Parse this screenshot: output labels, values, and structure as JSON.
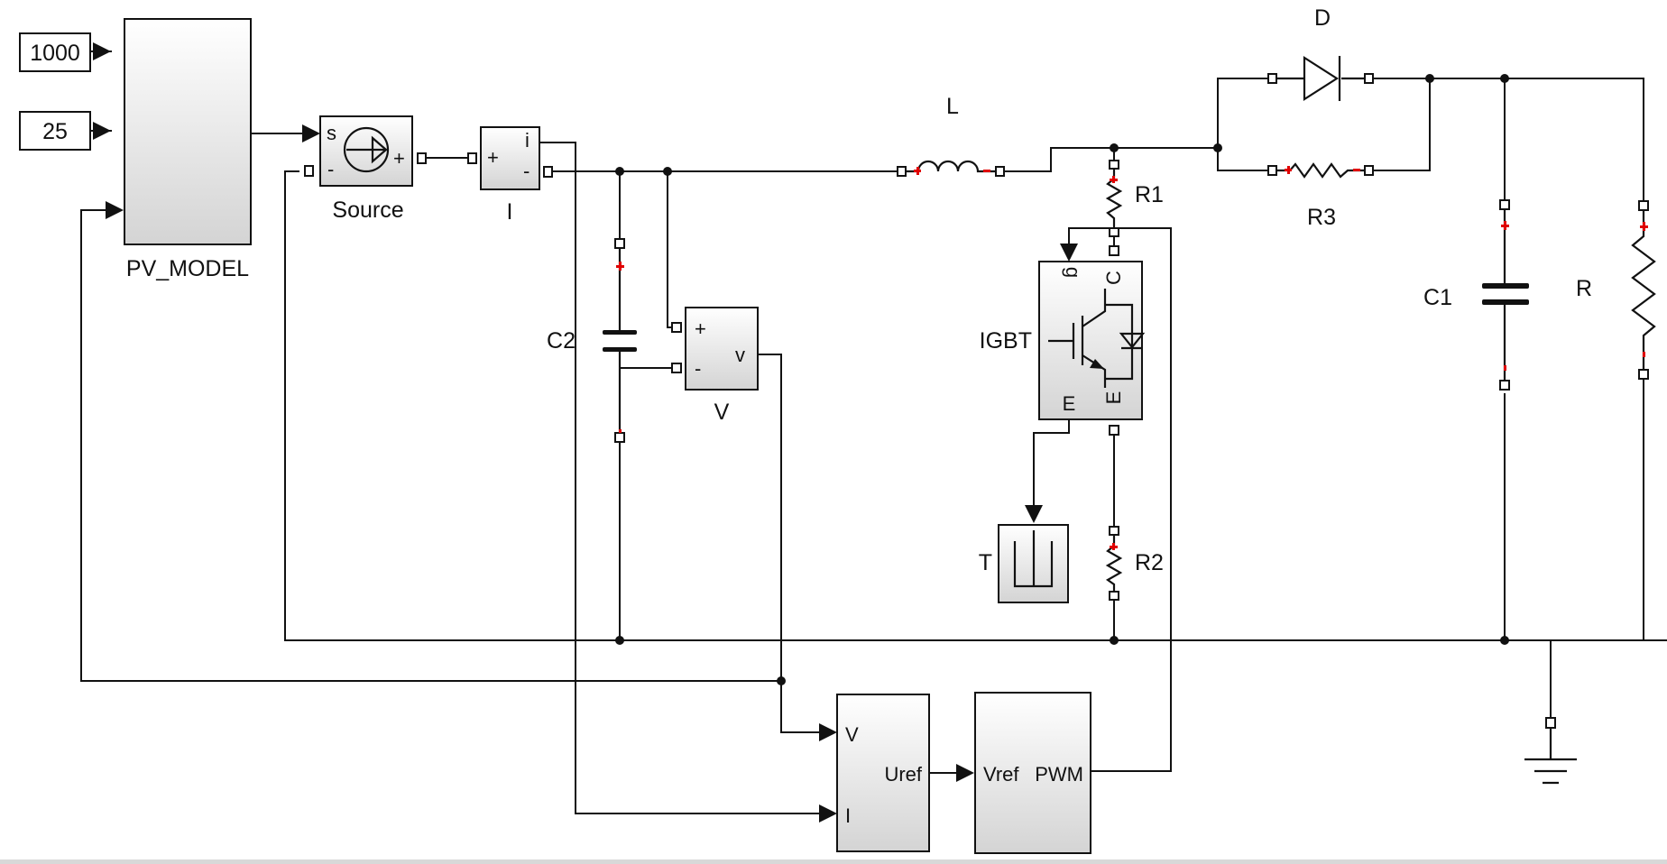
{
  "constants": {
    "irradiance": "1000",
    "temperature": "25"
  },
  "blocks": {
    "pv_model": "PV_MODEL",
    "source": "Source",
    "current_meas": "I",
    "voltage_meas": "V",
    "inductor": "L",
    "diode": "D",
    "r1": "R1",
    "r2": "R2",
    "r3": "R3",
    "c1": "C1",
    "c2": "C2",
    "load": "R",
    "igbt": "IGBT",
    "terminator": "T"
  },
  "ports": {
    "source_s": "s",
    "source_minus": "-",
    "source_plus": "+",
    "imeas_plus": "+",
    "imeas_i": "i",
    "imeas_minus": "-",
    "vmeas_plus": "+",
    "vmeas_minus": "-",
    "vmeas_v": "v",
    "igbt_g": "g",
    "igbt_c": "C",
    "igbt_e_left": "E",
    "igbt_e_right": "E",
    "mppt_v": "V",
    "mppt_i": "I",
    "mppt_uref": "Uref",
    "pwm_in": "Vref",
    "pwm_out": "PWM"
  }
}
